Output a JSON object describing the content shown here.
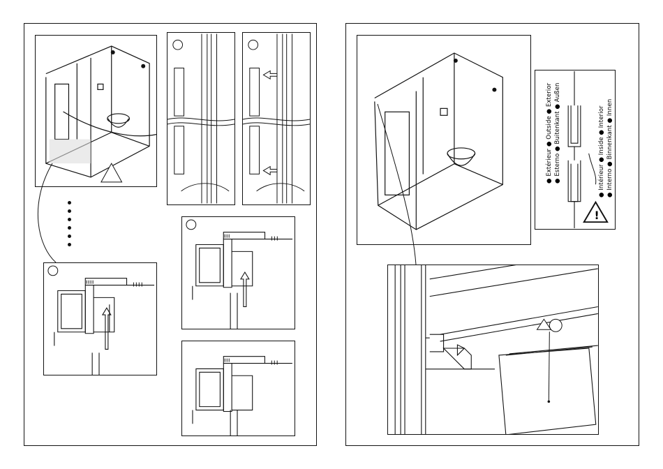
{
  "labels": {
    "row1": "● Extérieur ● Outside ● Exterior",
    "row2": "● Esterno ● Buitenkant ● Außen",
    "row3": "● Intérieur ● Inside ● Interior",
    "row4": "● Interno ● Binnenkant ● Innen"
  },
  "icons": {
    "warning": "warning-triangle-icon",
    "tri_circle": "triangle-circle-symbol"
  }
}
